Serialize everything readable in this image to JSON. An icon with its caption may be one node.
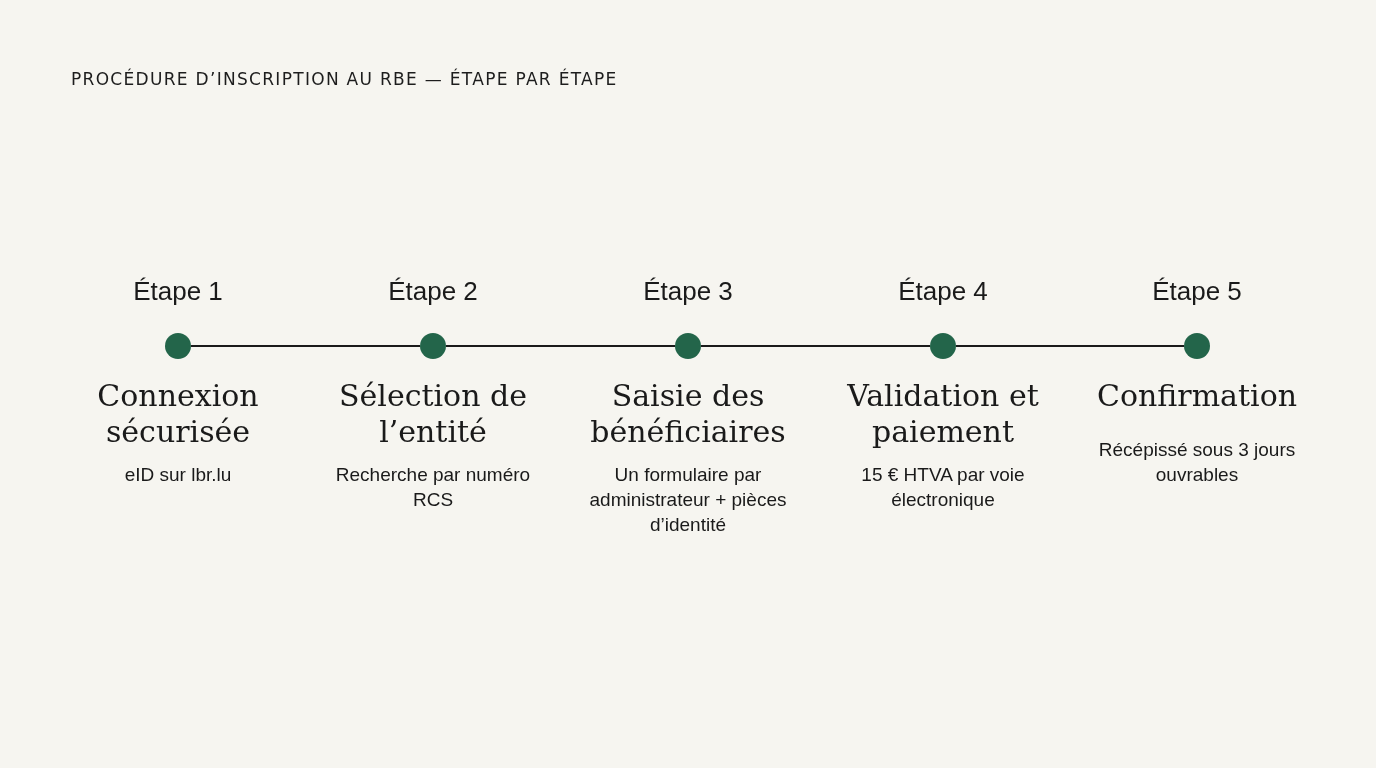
{
  "diagram": {
    "title": "PROCÉDURE D’INSCRIPTION AU RBE — ÉTAPE PAR ÉTAPE",
    "nodes": [
      {
        "text": [],
        "shape": "circle",
        "beside": [
          "Étape 1",
          "Connexion sécurisée",
          "eID sur lbr.lu"
        ]
      },
      {
        "text": [],
        "shape": "circle",
        "beside": [
          "Étape 2",
          "Sélection de l’entité",
          "Recherche par numéro RCS"
        ]
      },
      {
        "text": [],
        "shape": "circle",
        "beside": [
          "Étape 3",
          "Saisie des bénéficiaires",
          "Un formulaire par administrateur + pièces d’identité"
        ]
      },
      {
        "text": [],
        "shape": "circle",
        "beside": [
          "Étape 4",
          "Validation et paiement",
          "15 € HTVA par voie électronique"
        ]
      },
      {
        "text": [],
        "shape": "circle",
        "beside": [
          "Étape 5",
          "Confirmation",
          "Récépissé sous 3 jours ouvrables"
        ]
      }
    ],
    "edges": [
      {
        "from": 0,
        "to": 1,
        "arrow": "none"
      },
      {
        "from": 1,
        "to": 2,
        "arrow": "none"
      },
      {
        "from": 2,
        "to": 3,
        "arrow": "none"
      },
      {
        "from": 3,
        "to": 4,
        "arrow": "none"
      }
    ]
  }
}
